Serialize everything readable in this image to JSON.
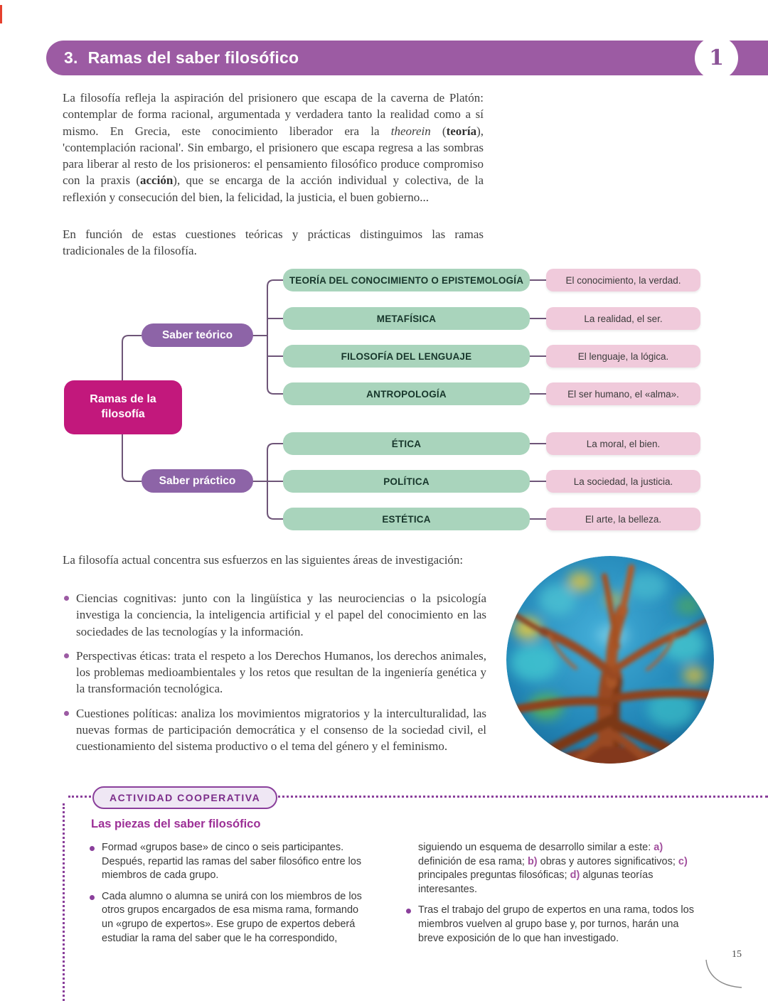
{
  "colors": {
    "header_bar": "#9c5ba3",
    "root_box": "#c2187c",
    "branch_box": "#a9d4bc",
    "object_box": "#f0cadb",
    "knowledge_pill": "#8d64a7",
    "connector": "#6e5578",
    "activity_accent": "#8a3f9b"
  },
  "header": {
    "number": "3.",
    "title": "Ramas del saber filosófico",
    "badge": "1"
  },
  "intro": {
    "p1": {
      "t1": "La filosofía refleja la aspiración del prisionero que escapa de la caverna de Platón: contemplar de forma racional, argumentada y verdadera tanto la realidad como a sí mismo. En Grecia, este conocimiento liberador era la ",
      "i1": "theorein",
      "t2": " (",
      "b1": "teoría",
      "t3": "), 'contemplación racional'. Sin embargo, el prisionero que escapa regresa a las sombras para liberar al resto de los prisioneros: el pensamiento filosófico produce compromiso con la praxis (",
      "b2": "acción",
      "t4": "), que se encarga de la acción individual y colectiva, de la reflexión y consecución del bien, la felicidad, la justicia, el buen gobierno..."
    },
    "p2": "En función de estas cuestiones teóricas y prácticas distinguimos las ramas tradicionales de la filosofía."
  },
  "diagram": {
    "root": "Ramas de la filosofía",
    "groups": [
      {
        "label": "Saber teórico",
        "branches": [
          {
            "name": "TEORÍA DEL CONOCIMIENTO O EPISTEMOLOGÍA",
            "object": "El conocimiento, la verdad."
          },
          {
            "name": "METAFÍSICA",
            "object": "La realidad, el ser."
          },
          {
            "name": "FILOSOFÍA DEL LENGUAJE",
            "object": "El lenguaje, la lógica."
          },
          {
            "name": "ANTROPOLOGÍA",
            "object": "El ser humano, el «alma»."
          }
        ]
      },
      {
        "label": "Saber práctico",
        "branches": [
          {
            "name": "ÉTICA",
            "object": "La moral, el bien."
          },
          {
            "name": "POLÍTICA",
            "object": "La sociedad, la justicia."
          },
          {
            "name": "ESTÉTICA",
            "object": "El arte, la belleza."
          }
        ]
      }
    ]
  },
  "research": {
    "intro": "La filosofía actual concentra sus esfuerzos en las siguientes áreas de investigación:",
    "bullets": [
      "Ciencias cognitivas: junto con la lingüística y las neurociencias o la psicología investiga la conciencia, la inteligencia artificial y el papel del conocimiento en las sociedades de las tecnologías y la información.",
      "Perspectivas éticas: trata el respeto a los Derechos Humanos, los derechos animales, los problemas medioambientales y los retos que resultan de la ingeniería genética y la transformación tecnológica.",
      "Cuestiones políticas: analiza los movimientos migratorios y la interculturalidad, las nuevas formas de participación democrática y el consenso de la sociedad civil, el cuestionamiento del sistema productivo o el tema del género y el feminismo."
    ]
  },
  "activity": {
    "tag": "ACTIVIDAD COOPERATIVA",
    "title": "Las piezas del saber filosófico",
    "left_bullets": [
      "Formad «grupos base» de cinco o seis participantes. Después, repartid las ramas del saber filosófico entre los miembros de cada grupo.",
      "Cada alumno o alumna se unirá con los miembros de los otros grupos encargados de esa misma rama, formando un «grupo de expertos». Ese grupo de expertos deberá estudiar la rama del saber que le ha correspondido,"
    ],
    "continuation": {
      "c0": "siguiendo un esquema de desarrollo similar a este: ",
      "la": "a)",
      "ca": " definición de esa rama; ",
      "lb": "b)",
      "cb": " obras y autores significativos; ",
      "lc": "c)",
      "cc": " principales preguntas filosóficas; ",
      "ld": "d)",
      "cd": " algunas teorías interesantes."
    },
    "right_bullet": "Tras el trabajo del grupo de expertos en una rama, todos los miembros vuelven al grupo base y, por turnos, harán una breve exposición de lo que han investigado."
  },
  "page": {
    "number": "15"
  }
}
